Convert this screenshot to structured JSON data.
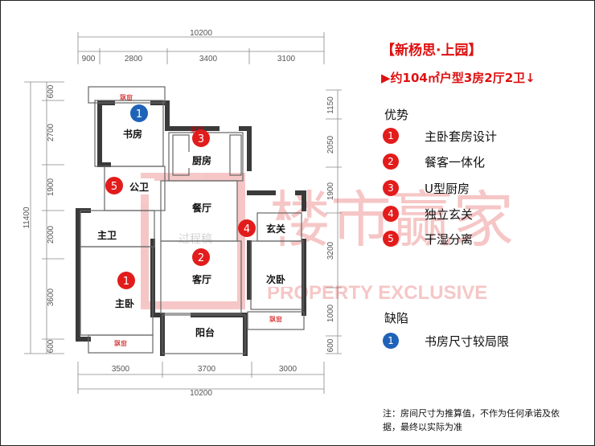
{
  "header": {
    "title": "【新杨思·上园】",
    "subtitle": "▶约104㎡户型3房2厅2卫↓"
  },
  "advantages": {
    "heading": "优势",
    "items": [
      {
        "num": "1",
        "text": "主卧套房设计"
      },
      {
        "num": "2",
        "text": "餐客一体化"
      },
      {
        "num": "3",
        "text": "U型厨房"
      },
      {
        "num": "4",
        "text": "独立玄关"
      },
      {
        "num": "5",
        "text": "干湿分离"
      }
    ]
  },
  "defects": {
    "heading": "缺陷",
    "items": [
      {
        "num": "1",
        "text": "书房尺寸较局限"
      }
    ]
  },
  "note": "注：房间尺寸为推算值，不作为任何承诺及依据，最终以实际为准",
  "dimensions": {
    "top_total": "10200",
    "top_parts": [
      "900",
      "2800",
      "3400",
      "3100"
    ],
    "bottom_total": "10200",
    "bottom_parts": [
      "3500",
      "3700",
      "3000"
    ],
    "left_total": "11400",
    "left_parts": [
      "600",
      "2700",
      "1900",
      "2000",
      "3600",
      "600"
    ],
    "right_parts": [
      "1150",
      "2050",
      "1900",
      "3200",
      "1000",
      "600"
    ]
  },
  "rooms": {
    "study": "书房",
    "kitchen": "厨房",
    "public_bath": "公卫",
    "dining": "餐厅",
    "master_bath": "主卫",
    "foyer": "玄关",
    "living": "客厅",
    "second_bedroom": "次卧",
    "master_bedroom": "主卧",
    "balcony": "阳台",
    "bay_window": "飘窗"
  },
  "plan_markers": {
    "study": "1",
    "kitchen": "3",
    "public_bath": "5",
    "foyer": "4",
    "living": "2",
    "master": "1"
  },
  "watermark": {
    "brand": "楼市赢家",
    "tagline": "PROPERTY EXCLUSIVE",
    "draft": "过程稿"
  },
  "colors": {
    "accent_red": "#e21c1c",
    "blue": "#1f63b8",
    "wall": "#3a3a3a"
  }
}
